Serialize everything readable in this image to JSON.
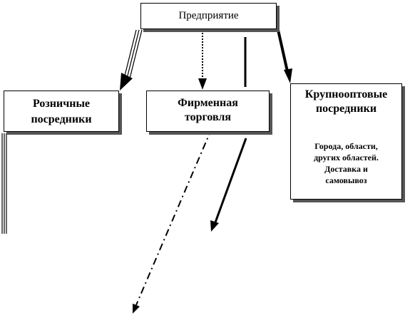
{
  "nodes": {
    "enterprise": "Предприятие",
    "retail": {
      "line1": "Розничные",
      "line2": "посредники"
    },
    "firm_trade": {
      "line1": "Фирменная",
      "line2": "торговля"
    },
    "wholesale": {
      "line1": "Крупнооптовые",
      "line2": "посредники",
      "details": [
        "Города, области,",
        "других областей.",
        "Доставка и",
        "самовывоз"
      ]
    }
  },
  "edges": [
    {
      "from": "enterprise",
      "to": "retail",
      "style": "triple-line"
    },
    {
      "from": "enterprise",
      "to": "firm_trade",
      "style": "dotted"
    },
    {
      "from": "enterprise",
      "to": "wholesale",
      "style": "bold"
    }
  ]
}
